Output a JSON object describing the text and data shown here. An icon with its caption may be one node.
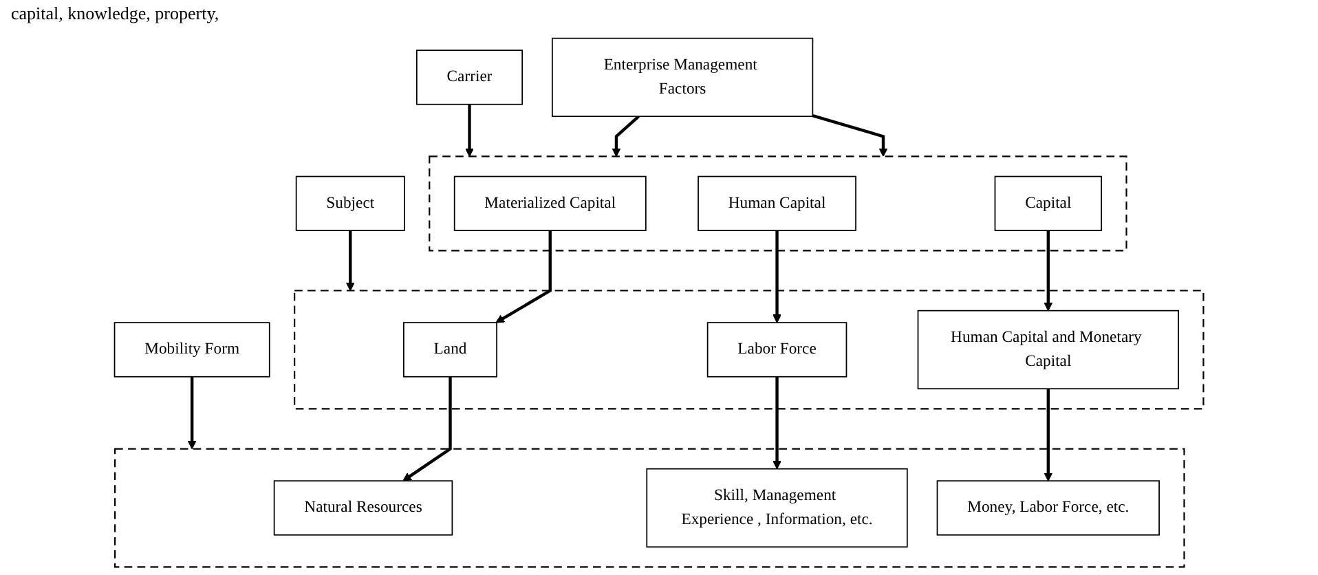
{
  "diagram": {
    "nodes": [
      {
        "text": [
          "Enterprise Management Factors"
        ]
      },
      {
        "text": [],
        "shape": "box"
      },
      {
        "text": [
          "Materialized Capital"
        ],
        "in": 1
      },
      {
        "text": [
          "Human Capital"
        ],
        "in": 1
      },
      {
        "text": [
          "Capital"
        ],
        "in": 1
      },
      {
        "text": [
          "Carrier"
        ]
      },
      {
        "text": [],
        "shape": "box"
      },
      {
        "text": [
          "Land"
        ],
        "in": 6
      },
      {
        "text": [
          "Labor Force"
        ],
        "in": 6
      },
      {
        "text": [
          "Human Capital and Monetary Capital"
        ],
        "in": 6
      },
      {
        "text": [
          "Subject"
        ]
      },
      {
        "text": [],
        "shape": "box"
      },
      {
        "text": [
          "Natural Resources"
        ],
        "in": 11
      },
      {
        "text": [
          "Skill, Management Experience , Information, etc."
        ],
        "in": 11
      },
      {
        "text": [
          "Money, Labor Force, etc."
        ],
        "in": 11
      },
      {
        "text": [
          "Mobility Form"
        ]
      }
    ],
    "edges": [
      {
        "from": 0,
        "to": 1,
        "arrow": "to"
      },
      {
        "from": 0,
        "to": 1,
        "arrow": "to"
      },
      {
        "from": 5,
        "to": 1,
        "arrow": "to"
      },
      {
        "from": 2,
        "to": 7,
        "arrow": "to"
      },
      {
        "from": 3,
        "to": 8,
        "arrow": "to"
      },
      {
        "from": 4,
        "to": 9,
        "arrow": "to"
      },
      {
        "from": 10,
        "to": 6,
        "arrow": "to"
      },
      {
        "from": 7,
        "to": 12,
        "arrow": "to"
      },
      {
        "from": 8,
        "to": 13,
        "arrow": "to"
      },
      {
        "from": 9,
        "to": 14,
        "arrow": "to"
      },
      {
        "from": 15,
        "to": 11,
        "arrow": "to"
      }
    ],
    "labels": [
      "capital, knowledge, property,"
    ]
  }
}
